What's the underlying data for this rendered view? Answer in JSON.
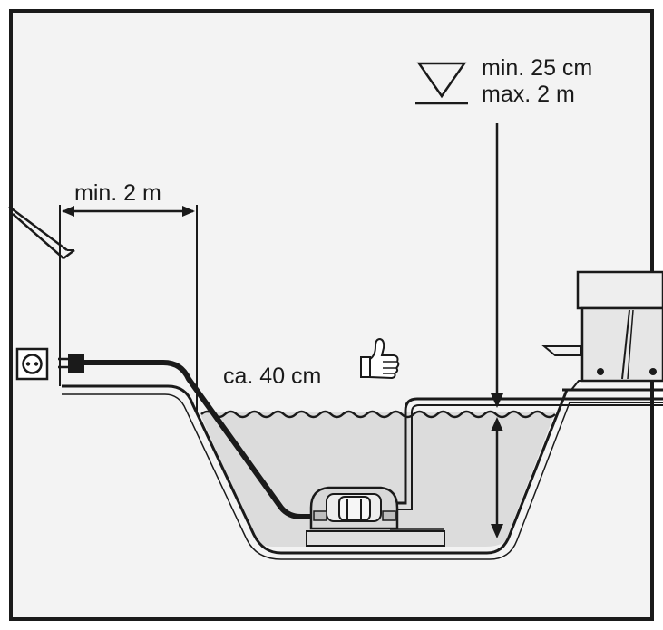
{
  "labels": {
    "cable_distance": "min. 2 m",
    "suction_depth": "ca. 40 cm",
    "water_level_min": "min. 25 cm",
    "water_level_max": "max. 2 m"
  },
  "colors": {
    "water": "#dcdcdc",
    "line": "#1a1a1a",
    "frame_fill": "#f3f3f3",
    "background": "#ffffff"
  },
  "icons": [
    "power-socket-icon",
    "plug-icon",
    "thumbs-up-icon",
    "water-level-triangle-icon"
  ]
}
